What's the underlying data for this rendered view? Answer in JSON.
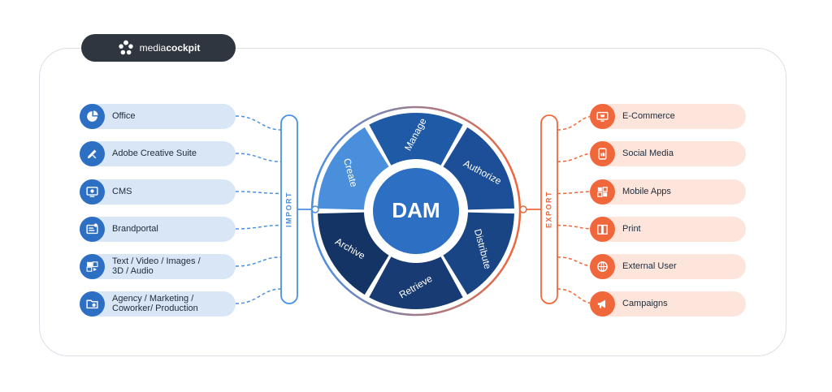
{
  "logo": {
    "text_a": "media",
    "text_b": "cockpit"
  },
  "center": {
    "label": "DAM"
  },
  "segments": [
    {
      "label": "Manage",
      "color": "#1f5aa6",
      "angle": -62
    },
    {
      "label": "Authorize",
      "color": "#1c4f98",
      "angle": 28
    },
    {
      "label": "Distribute",
      "color": "#1a4585",
      "angle": 75
    },
    {
      "label": "Retrieve",
      "color": "#173b72",
      "angle": -30
    },
    {
      "label": "Archive",
      "color": "#133464",
      "angle": 30
    },
    {
      "label": "Create",
      "color": "#4a8fdc",
      "angle": 75
    }
  ],
  "import": {
    "label": "IMPORT",
    "color": "#4a90e2",
    "items": [
      {
        "label": "Office",
        "icon": "pie-chart-icon"
      },
      {
        "label": "Adobe Creative Suite",
        "icon": "pen-tools-icon"
      },
      {
        "label": "CMS",
        "icon": "cms-gear-icon"
      },
      {
        "label": "Brandportal",
        "icon": "portal-window-icon"
      },
      {
        "label": "Text / Video / Images /\n3D / Audio",
        "icon": "media-files-icon"
      },
      {
        "label": "Agency / Marketing /\nCoworker/ Production",
        "icon": "folder-settings-icon"
      }
    ]
  },
  "export": {
    "label": "EXPORT",
    "color": "#f0673c",
    "items": [
      {
        "label": "E-Commerce",
        "icon": "shop-screen-icon"
      },
      {
        "label": "Social Media",
        "icon": "mobile-like-icon"
      },
      {
        "label": "Mobile Apps",
        "icon": "app-grid-icon"
      },
      {
        "label": "Print",
        "icon": "print-book-icon"
      },
      {
        "label": "External User",
        "icon": "external-globe-icon"
      },
      {
        "label": "Campaigns",
        "icon": "megaphone-icon"
      }
    ]
  }
}
